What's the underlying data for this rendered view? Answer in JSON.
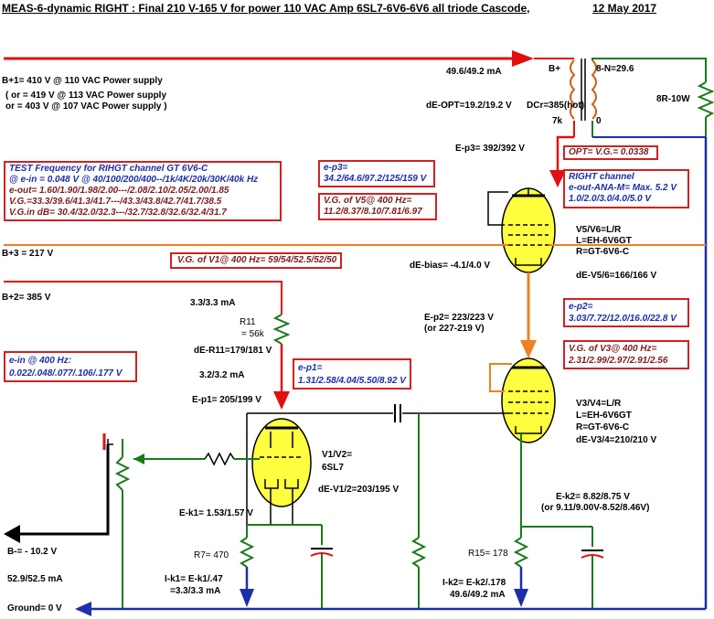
{
  "title": "MEAS-6-dynamic RIGHT : Final 210 V-165 V for power 110 VAC Amp 6SL7-6V6-6V6 all triode Cascode,",
  "date": "12 May 2017",
  "supply": {
    "b1": "B+1= 410 V @ 110 VAC Power supply",
    "b1_alt1": "( or = 419 V @ 113 VAC Power supply",
    "b1_alt2": "or = 403 V @ 107 VAC Power supply )",
    "b3": "B+3 = 217 V",
    "b2": "B+2= 385 V",
    "bneg": "B-= - 10.2 V",
    "bneg_current": "52.9/52.5 mA",
    "ground": "Ground= 0 V"
  },
  "transformer": {
    "current": "49.6/49.2 mA",
    "bplus": "B+",
    "ratio": "8-N=29.6",
    "de_opt": "dE-OPT=19.2/19.2 V",
    "dcr": "DCr=385(hot)",
    "impedance": "7k",
    "zero": "0",
    "load": "8R-10W"
  },
  "test_box": {
    "line1": "TEST Frequency for RIHGT channel GT 6V6-C",
    "line2": "@ e-in = 0.048 V @ 40/100/200/400--/1k/4K/20k/30K/40k Hz",
    "line3": "e-out= 1.60/1.90/1.98/2.00---/2.08/2.10/2.05/2.00/1.85",
    "line4": "V.G.=33.3/39.6/41.3/41.7---/43.3/43.8/42.7/41.7/38.5",
    "line5": "V.G.in dB= 30.4/32.0/32.3---/32.7/32.8/32.6/32.4/31.7"
  },
  "ep3_box": {
    "label": "e-p3=",
    "values": "34.2/64.6/97.2/125/159 V"
  },
  "vg5_box": {
    "label": "V.G. of V5@ 400 Hz=",
    "values": "11.2/8.37/8.10/7.81/6.97"
  },
  "ep3": "E-p3= 392/392 V",
  "opt_vg": "OPT= V.G.= 0.0338",
  "right_box": {
    "line1": "RIGHT channel",
    "line2": "e-out-ANA-M= Max. 5.2 V",
    "line3": "1.0/2.0/3.0/4.0/5.0 V"
  },
  "v56": {
    "l1": "V5/V6=L/R",
    "l2": "L=EH-6V6GT",
    "l3": "R=GT-6V6-C",
    "de": "dE-V5/6=166/166 V"
  },
  "de_bias": "dE-bias= -4.1/4.0 V",
  "vg1_box": "V.G. of V1@ 400 Hz= 59/54/52.5/52/50",
  "r11": {
    "current": "3.3/3.3 mA",
    "name": "R11",
    "value": "= 56k",
    "de": "dE-R11=179/181 V",
    "current2": "3.2/3.2 mA"
  },
  "ep2": {
    "l1": "E-p2= 223/223 V",
    "l2": "(or 227-219 V)"
  },
  "ep2_box": {
    "label": "e-p2=",
    "values": "3.03/7.72/12.0/16.0/22.8 V"
  },
  "vg3_box": {
    "label": "V.G. of V3@ 400 Hz=",
    "values": "2.31/2.99/2.97/2.91/2.56"
  },
  "ein_box": {
    "label": "e-in @ 400 Hz:",
    "values": "0.022/.048/.077/.106/.177 V"
  },
  "ep1_box": {
    "label": "e-p1=",
    "values": "1.31/2.58/4.04/5.50/8.92 V"
  },
  "ep1": "E-p1= 205/199  V",
  "v12": {
    "l1": "V1/V2=",
    "l2": "6SL7",
    "de": "dE-V1/2=203/195 V"
  },
  "v34": {
    "l1": "V3/V4=L/R",
    "l2": "L=EH-6V6GT",
    "l3": "R=GT-6V6-C",
    "de": "dE-V3/4=210/210 V"
  },
  "ek1": "E-k1= 1.53/1.57 V",
  "r7": "R7= 470",
  "ik1": {
    "l1": "I-k1= E-k1/.47",
    "l2": "=3.3/3.3 mA"
  },
  "ek2": {
    "l1": "E-k2= 8.82/8.75 V",
    "l2": "(or 9.11/9.00V-8.52/8.46V)"
  },
  "r15": "R15= 178",
  "ik2": {
    "l1": "I-k2= E-k2/.178",
    "l2": "49.6/49.2 mA"
  },
  "colors": {
    "red": "#e01010",
    "green": "#1a7a1a",
    "blue": "#1c2ea8",
    "orange": "#f08020",
    "tube": "#ffff40",
    "box": "#d42020"
  }
}
